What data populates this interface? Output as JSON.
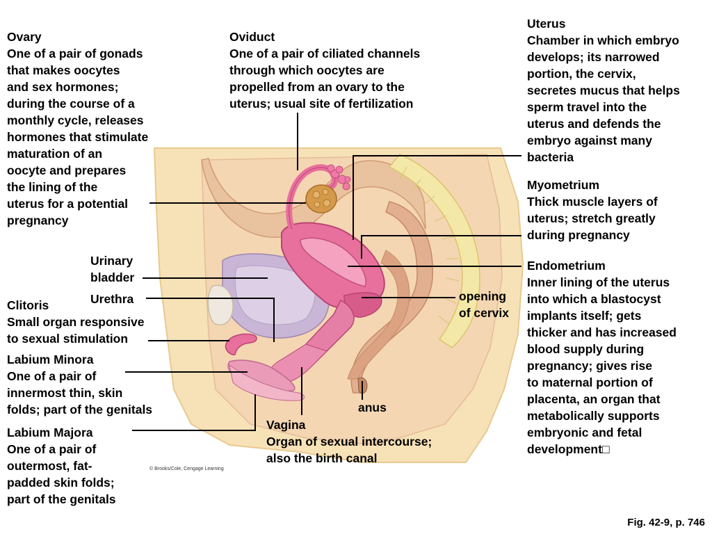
{
  "labels": {
    "ovary": "Ovary\nOne of a pair of gonads\nthat makes oocytes\nand sex hormones;\nduring the course of a\nmonthly cycle, releases\nhormones that stimulate\nmaturation of an\noocyte and prepares\n the lining of the\nuterus for a potential\npregnancy",
    "oviduct": "Oviduct\nOne of a pair of ciliated channels\nthrough which oocytes are\npropelled from an ovary to the\nuterus; usual site of fertilization",
    "uterus": "Uterus\nChamber in which embryo\ndevelops; its narrowed\nportion, the cervix,\nsecretes mucus that helps\nsperm travel into the\nuterus and defends the\nembryo against many\nbacteria",
    "myometrium": "Myometrium\nThick muscle layers of\nuterus; stretch greatly\nduring pregnancy",
    "endometrium": "Endometrium\nInner lining of the uterus\ninto which a blastocyst\nimplants itself; gets\nthicker and has increased\nblood supply during\npregnancy; gives rise\nto maternal portion of\nplacenta, an organ that\nmetabolically supports\nembryonic and fetal\ndevelopment□",
    "urinary_bladder": "Urinary\nbladder",
    "urethra": "Urethra",
    "clitoris": "Clitoris\nSmall organ responsive\nto sexual stimulation",
    "labium_minora": "Labium Minora\nOne of a pair of\ninnermost thin, skin\nfolds; part of the genitals",
    "labium_majora": "Labium Majora\nOne of a pair of\noutermost, fat-\npadded skin folds;\npart of the genitals",
    "opening_of_cervix": "opening\nof cervix",
    "anus": "anus",
    "vagina": "Vagina\nOrgan of sexual intercourse;\nalso the birth canal"
  },
  "credit": "© Brooks/Cole, Cengage Learning",
  "figure_ref": "Fig. 42-9, p. 746",
  "colors": {
    "skin": "#f7e2b8",
    "tissue": "#f1c9a9",
    "uterus": "#e8709c",
    "uterus_inner": "#c24f7f",
    "ovary": "#d49a4a",
    "bladder": "#c7b2d3",
    "spine": "#f4e8a8",
    "intestine": "#d9a98c",
    "line": "#000000"
  }
}
